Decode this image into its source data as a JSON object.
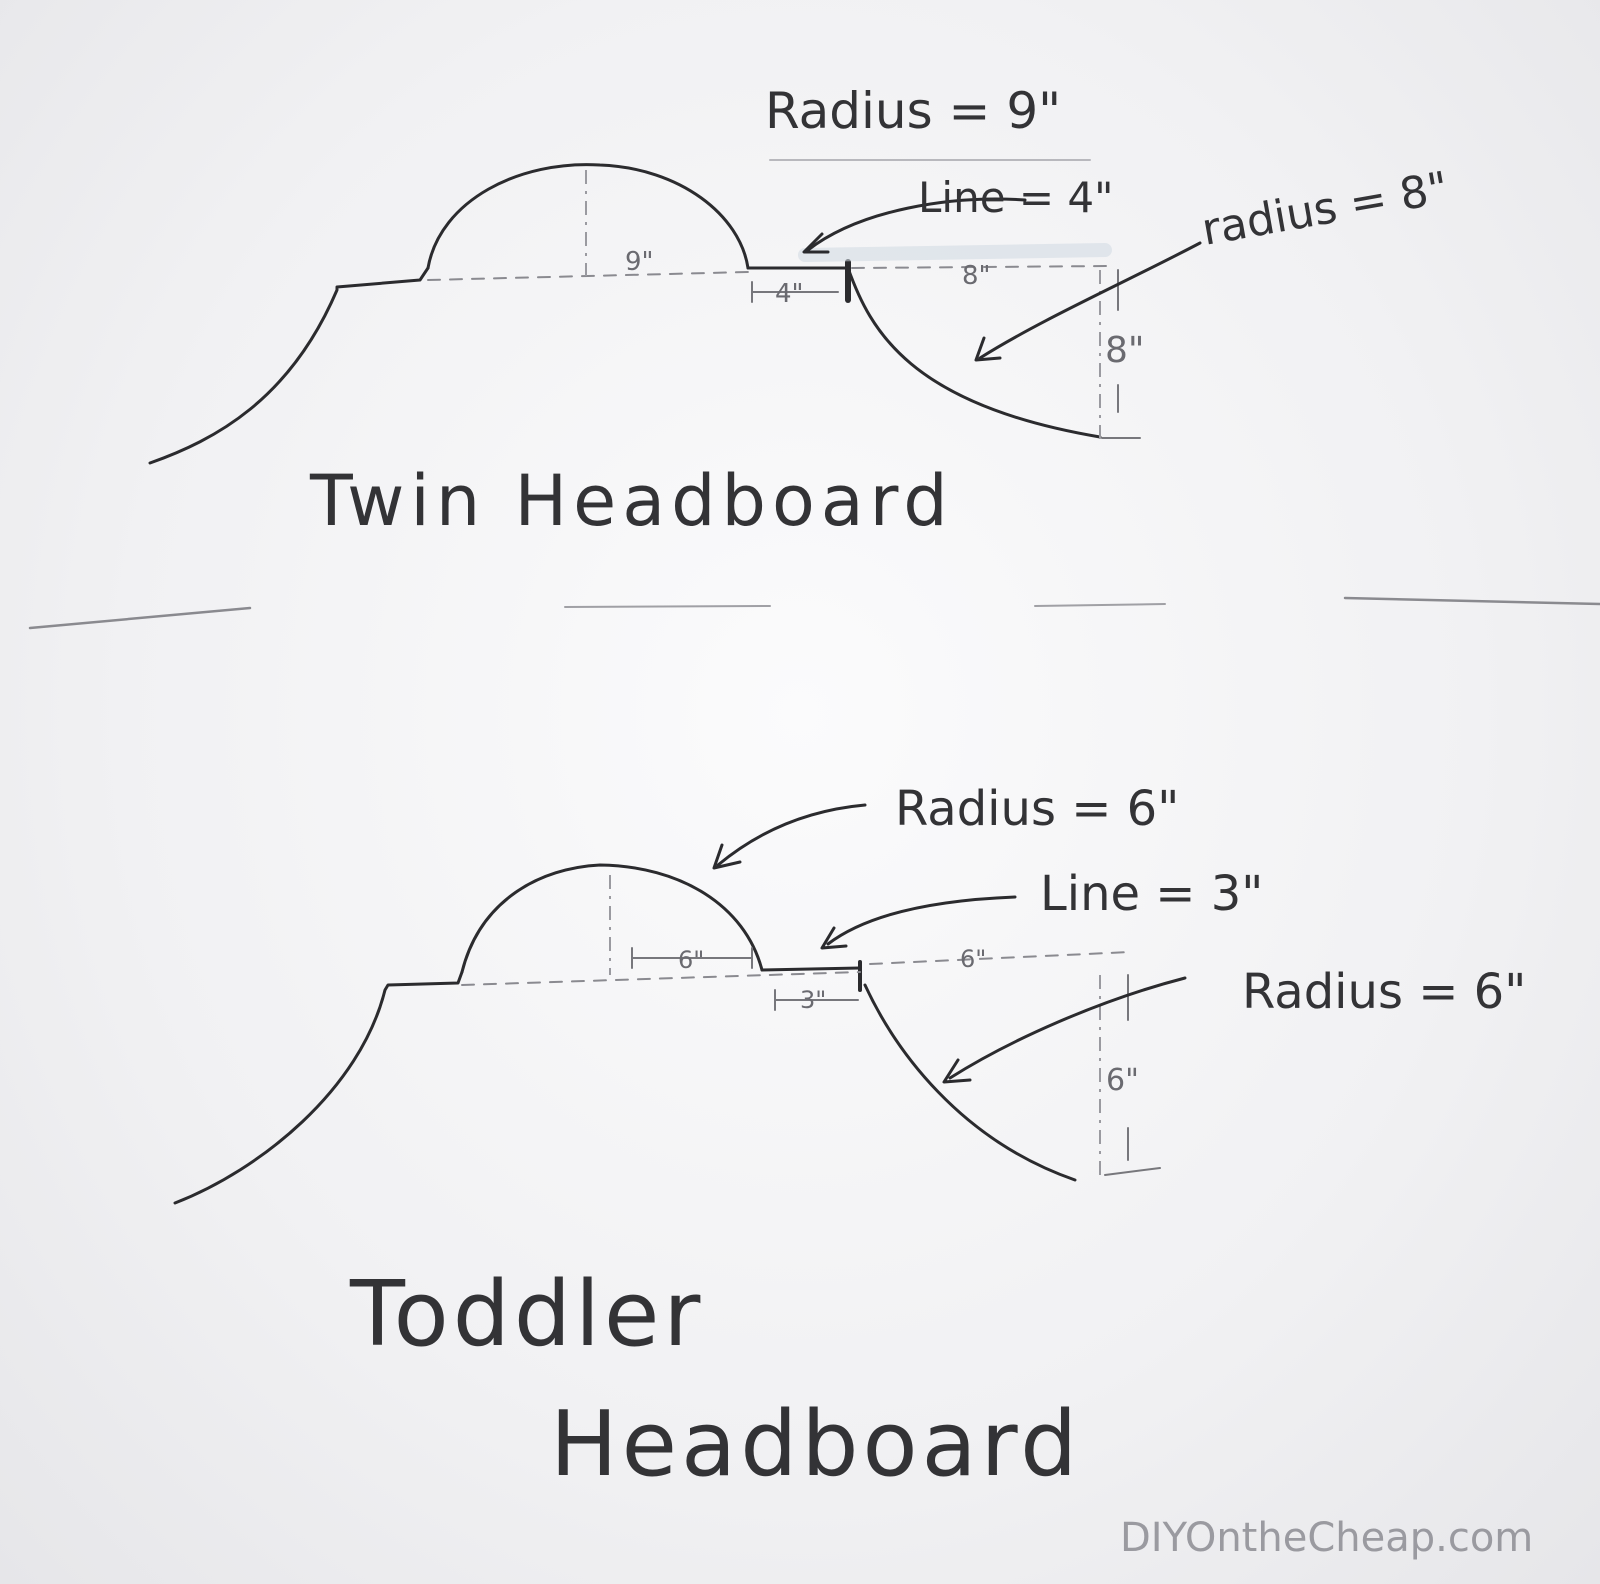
{
  "twin": {
    "title": "Twin Headboard",
    "radius_top": "Radius = 9\"",
    "line_label": "Line = 4\"",
    "radius_side": "radius = 8\"",
    "dim_arch": "9\"",
    "dim_line": "4\"",
    "dim_horiz": "8\"",
    "dim_vert": "8\""
  },
  "toddler": {
    "title_line1": "Toddler",
    "title_line2": "Headboard",
    "radius_top": "Radius = 6\"",
    "line_label": "Line = 3\"",
    "radius_side": "Radius = 6\"",
    "dim_arch": "6\"",
    "dim_line": "3\"",
    "dim_horiz": "6\"",
    "dim_vert": "6\""
  },
  "watermark": "DIYOntheCheap.com"
}
